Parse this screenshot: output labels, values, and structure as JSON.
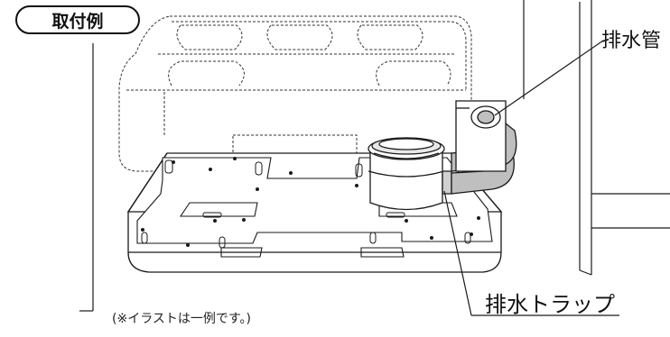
{
  "title_badge": "取付例",
  "labels": {
    "drain_pipe": "排水管",
    "drain_trap": "排水トラップ"
  },
  "note": "(※イラストは一例です。)",
  "colors": {
    "line": "#1a1a1a",
    "pipe_fill": "#bfbfbf",
    "background": "#ffffff"
  }
}
